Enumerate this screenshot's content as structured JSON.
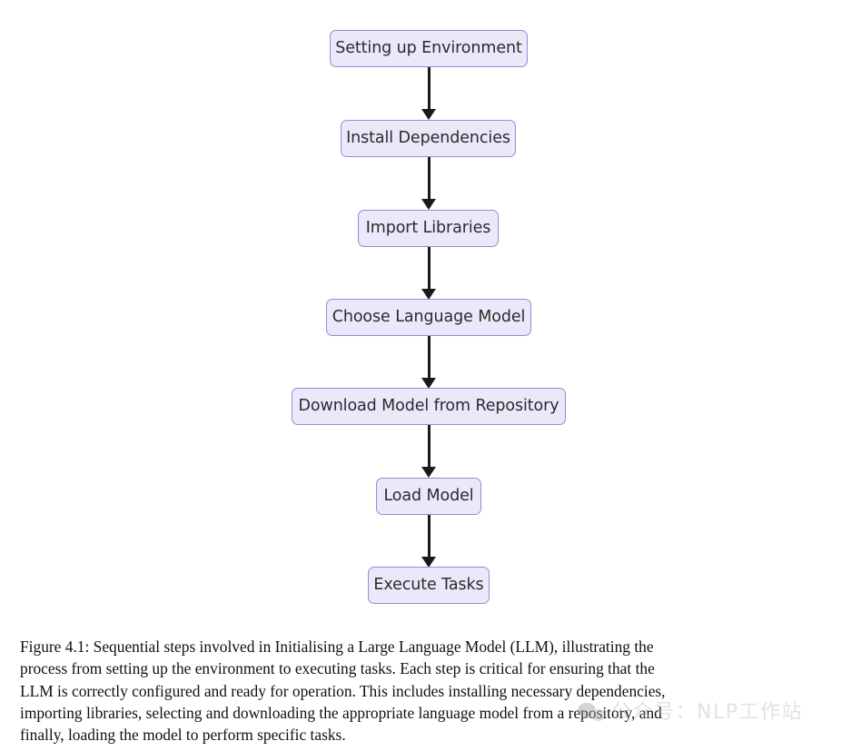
{
  "figure": {
    "type": "flowchart",
    "orientation": "top-to-bottom",
    "node_fill_color": "#ECE8FA",
    "node_border_color": "#9E87D4",
    "arrow_color": "#1A1A1A",
    "background_color": "#FFFFFF",
    "nodes": [
      {
        "id": "setting-up-environment",
        "label": "Setting up Environment"
      },
      {
        "id": "install-dependencies",
        "label": "Install Dependencies"
      },
      {
        "id": "import-libraries",
        "label": "Import Libraries"
      },
      {
        "id": "choose-language-model",
        "label": "Choose Language Model"
      },
      {
        "id": "download-model",
        "label": "Download Model from Repository"
      },
      {
        "id": "load-model",
        "label": "Load Model"
      },
      {
        "id": "execute-tasks",
        "label": "Execute Tasks"
      }
    ],
    "edges": [
      {
        "from": "setting-up-environment",
        "to": "install-dependencies"
      },
      {
        "from": "install-dependencies",
        "to": "import-libraries"
      },
      {
        "from": "import-libraries",
        "to": "choose-language-model"
      },
      {
        "from": "choose-language-model",
        "to": "download-model"
      },
      {
        "from": "download-model",
        "to": "load-model"
      },
      {
        "from": "load-model",
        "to": "execute-tasks"
      }
    ]
  },
  "caption": {
    "label": "Figure 4.1:",
    "full_text": "Figure 4.1: Sequential steps involved in Initialising a Large Language Model (LLM), illustrating the process from setting up the environment to executing tasks. Each step is critical for ensuring that the LLM is correctly configured and ready for operation. This includes installing necessary dependencies, importing libraries, selecting and downloading the appropriate language model from a repository, and finally, loading the model to perform specific tasks.",
    "lines": [
      "Figure 4.1:  Sequential steps involved in Initialising a Large Language Model (LLM), illustrating the",
      "process from setting up the environment to executing tasks.  Each step is critical for ensuring that the",
      "LLM is correctly configured and ready for operation.  This includes installing necessary dependencies,",
      "importing libraries, selecting and downloading the appropriate language model from a repository, and",
      "finally, loading the model to perform specific tasks."
    ]
  },
  "watermark": {
    "text": "公众号：NLP工作站",
    "icon": "wechat-bubble-icon",
    "color": "#B9BCC4"
  }
}
